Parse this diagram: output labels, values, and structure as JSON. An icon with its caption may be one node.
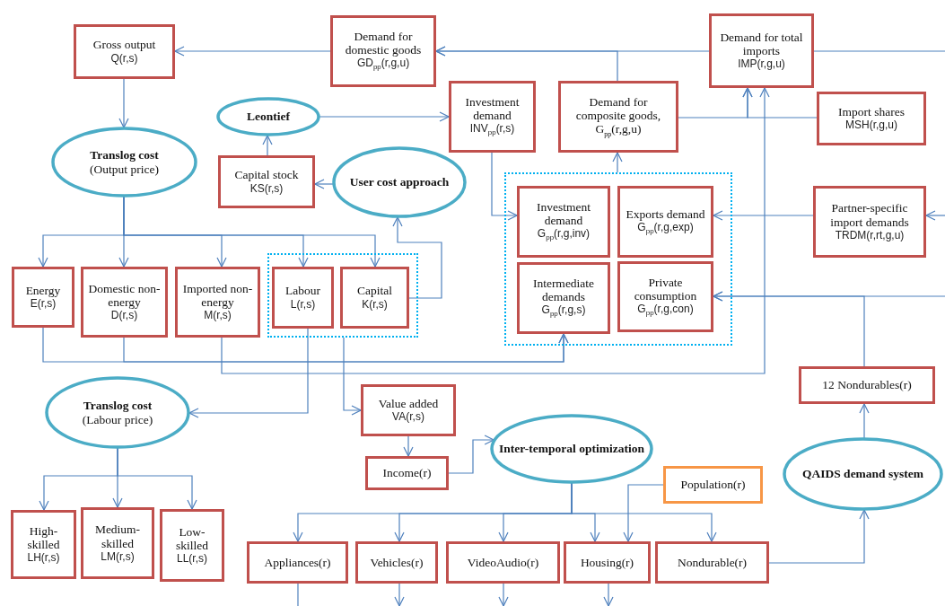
{
  "diagram": {
    "nodes": [
      {
        "text": [
          "Gross output",
          "Q(r,s)"
        ]
      },
      {
        "text": [
          "Demand for domestic goods",
          "GD$_{pp}$(r,g,u)"
        ]
      },
      {
        "text": [
          "Demand for total imports",
          "IMP(r,g,u)"
        ]
      },
      {
        "text": [
          "Leontief"
        ]
      },
      {
        "text": [
          "Investment demand",
          "INV$_{pp}$(r,s)"
        ]
      },
      {
        "text": [
          "Demand for composite goods, G$_{pp}$(r,g,u)"
        ]
      },
      {
        "text": [
          "Import shares",
          "MSH(r,g,u)"
        ]
      },
      {
        "text": [
          "Translog cost",
          "(Output price)"
        ]
      },
      {
        "text": [
          "Capital stock",
          "KS(r,s)"
        ]
      },
      {
        "text": [
          "User cost approach"
        ]
      },
      {
        "text": [],
        "shape": "box"
      },
      {
        "text": [
          "Investment demand",
          "G$_{pp}$(r,g,inv)"
        ],
        "in": 10
      },
      {
        "text": [
          "Exports demand",
          "G$_{pp}$(r,g,exp)"
        ],
        "in": 10
      },
      {
        "text": [
          "Intermediate demands",
          "G$_{pp}$(r,g,s)"
        ],
        "in": 10
      },
      {
        "text": [
          "Private consumption",
          "G$_{pp}$(r,g,con)"
        ],
        "in": 10
      },
      {
        "text": [
          "Partner-specific import demands",
          "TRDM(r,rt,g,u)"
        ]
      },
      {
        "text": [
          "Energy",
          "E(r,s)"
        ]
      },
      {
        "text": [
          "Domestic non-energy",
          "D(r,s)"
        ]
      },
      {
        "text": [
          "Imported non-energy",
          "M(r,s)"
        ]
      },
      {
        "text": [],
        "shape": "box"
      },
      {
        "text": [
          "Labour",
          "L(r,s)"
        ],
        "in": 19
      },
      {
        "text": [
          "Capital",
          "K(r,s)"
        ],
        "in": 19
      },
      {
        "text": [
          "Translog cost",
          "(Labour price)"
        ]
      },
      {
        "text": [
          "Value added",
          "VA(r,s)"
        ]
      },
      {
        "text": [
          "Income(r)"
        ]
      },
      {
        "text": [
          "Inter-temporal optimization"
        ]
      },
      {
        "text": [
          "Population(r)"
        ]
      },
      {
        "text": [
          "12 Nondurables(r)"
        ]
      },
      {
        "text": [
          "QAIDS demand system"
        ]
      },
      {
        "text": [
          "High-skilled",
          "LH(r,s)"
        ]
      },
      {
        "text": [
          "Medium-skilled",
          "LM(r,s)"
        ]
      },
      {
        "text": [
          "Low-skilled",
          "LL(r,s)"
        ]
      },
      {
        "text": [
          "Appliances(r)"
        ]
      },
      {
        "text": [
          "Vehicles(r)"
        ]
      },
      {
        "text": [
          "VideoAudio(r)"
        ]
      },
      {
        "text": [
          "Housing(r)"
        ]
      },
      {
        "text": [
          "Nondurable(r)"
        ]
      }
    ],
    "edges": [
      {
        "from": 1,
        "to": 0,
        "arrow": "to"
      },
      {
        "from": 2,
        "to": 1,
        "arrow": "to"
      },
      {
        "from": 5,
        "to": 1,
        "arrow": "to"
      },
      {
        "from": 2,
        "to": null,
        "arrow": "none"
      },
      {
        "from": 5,
        "to": 2,
        "arrow": "to"
      },
      {
        "from": 6,
        "to": 2,
        "arrow": "to"
      },
      {
        "from": 18,
        "to": 2,
        "arrow": "to"
      },
      {
        "from": 0,
        "to": 7,
        "arrow": "to"
      },
      {
        "from": 7,
        "to": 16,
        "arrow": "to"
      },
      {
        "from": 7,
        "to": 17,
        "arrow": "to"
      },
      {
        "from": 7,
        "to": 18,
        "arrow": "to"
      },
      {
        "from": 7,
        "to": 20,
        "arrow": "to"
      },
      {
        "from": 7,
        "to": 21,
        "arrow": "to"
      },
      {
        "from": 3,
        "to": 4,
        "arrow": "to"
      },
      {
        "from": 8,
        "to": 3,
        "arrow": "to"
      },
      {
        "from": 9,
        "to": 8,
        "arrow": "to"
      },
      {
        "from": 21,
        "to": 9,
        "arrow": "to"
      },
      {
        "from": 4,
        "to": 11,
        "arrow": "to"
      },
      {
        "from": 10,
        "to": 5,
        "arrow": "to"
      },
      {
        "from": 15,
        "to": 12,
        "arrow": "to"
      },
      {
        "from": null,
        "to": 15,
        "arrow": "to"
      },
      {
        "from": null,
        "to": 14,
        "arrow": "to"
      },
      {
        "from": 27,
        "to": 14,
        "arrow": "to"
      },
      {
        "from": 16,
        "to": 13,
        "arrow": "to"
      },
      {
        "from": 17,
        "to": 13,
        "arrow": "to"
      },
      {
        "from": 20,
        "to": 22,
        "arrow": "to"
      },
      {
        "from": 19,
        "to": 23,
        "arrow": "to"
      },
      {
        "from": 23,
        "to": 24,
        "arrow": "to"
      },
      {
        "from": 24,
        "to": 25,
        "arrow": "to"
      },
      {
        "from": 22,
        "to": 29,
        "arrow": "to"
      },
      {
        "from": 22,
        "to": 30,
        "arrow": "to"
      },
      {
        "from": 22,
        "to": 31,
        "arrow": "to"
      },
      {
        "from": 25,
        "to": 32,
        "arrow": "to"
      },
      {
        "from": 25,
        "to": 33,
        "arrow": "to"
      },
      {
        "from": 25,
        "to": 34,
        "arrow": "to"
      },
      {
        "from": 25,
        "to": 35,
        "arrow": "to"
      },
      {
        "from": 25,
        "to": 36,
        "arrow": "to"
      },
      {
        "from": 26,
        "to": 35,
        "arrow": "to"
      },
      {
        "from": 36,
        "to": 28,
        "arrow": "to"
      },
      {
        "from": 28,
        "to": 27,
        "arrow": "to"
      },
      {
        "from": 32,
        "to": null,
        "arrow": "none"
      },
      {
        "from": 33,
        "to": null,
        "arrow": "to"
      },
      {
        "from": 34,
        "to": null,
        "arrow": "to"
      },
      {
        "from": 35,
        "to": null,
        "arrow": "to"
      }
    ]
  }
}
